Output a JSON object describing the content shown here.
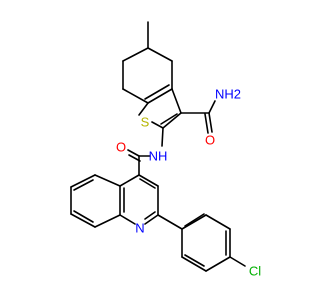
{
  "molecule": {
    "atoms": [
      {
        "id": "s",
        "symbol": "S",
        "color": "#B5B500"
      },
      {
        "id": "n_amide",
        "symbol": "NH",
        "color": "#0000FF"
      },
      {
        "id": "nh2",
        "symbol": "NH2",
        "color": "#0000FF"
      },
      {
        "id": "o_amide1",
        "symbol": "O",
        "color": "#FF0000"
      },
      {
        "id": "o_amide2",
        "symbol": "O",
        "color": "#FF0000"
      },
      {
        "id": "n_quinoline",
        "symbol": "N",
        "color": "#0000FF"
      },
      {
        "id": "cl",
        "symbol": "Cl",
        "color": "#00B000"
      }
    ]
  }
}
